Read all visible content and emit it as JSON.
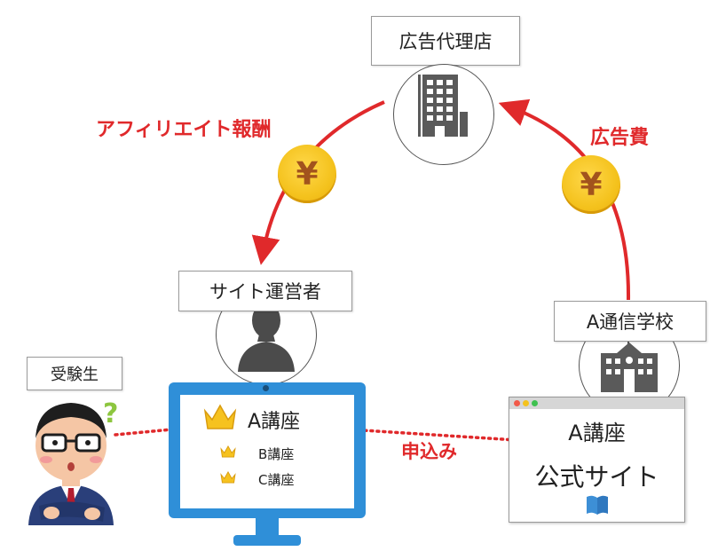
{
  "nodes": {
    "agency": "広告代理店",
    "site_operator": "サイト運営者",
    "school": "A通信学校",
    "examinee": "受験生"
  },
  "flows": {
    "affiliate_reward": "アフィリエイト報酬",
    "ad_fee": "広告費",
    "apply": "申込み"
  },
  "ranking_site": {
    "rank1": "A講座",
    "rank2": "B講座",
    "rank3": "C講座"
  },
  "official_site": {
    "line1": "A講座",
    "line2": "公式サイト"
  },
  "coin_symbol": "¥",
  "colors": {
    "arrow": "#e0292b",
    "coin": "#f4c21d",
    "monitor": "#2f8fd8",
    "icon": "#5a5a5a"
  }
}
